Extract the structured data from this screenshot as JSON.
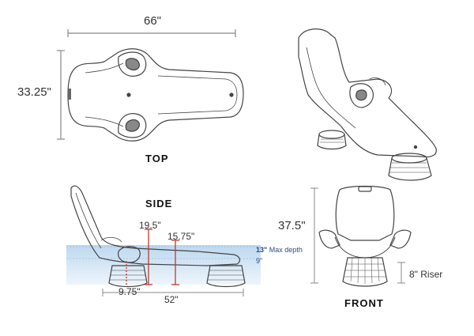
{
  "dimensions": {
    "top_width": "66\"",
    "top_height": "33.25\"",
    "side_height": "19.5\"",
    "side_seat_height": "15.75\"",
    "side_base": "9.75\"",
    "side_length": "52\"",
    "front_height": "37.5\"",
    "riser": "8\" Riser"
  },
  "water": {
    "max_depth_value": "13\"",
    "max_depth_label": "Max depth",
    "min_depth_value": "9\""
  },
  "views": {
    "top": "TOP",
    "side": "SIDE",
    "front": "FRONT"
  },
  "colors": {
    "line": "#444444",
    "dim_red": "#c0392b",
    "water_top": "#cfe3f3",
    "water_bottom": "#eaf3fb",
    "depth_blue": "#2c4a8c"
  }
}
